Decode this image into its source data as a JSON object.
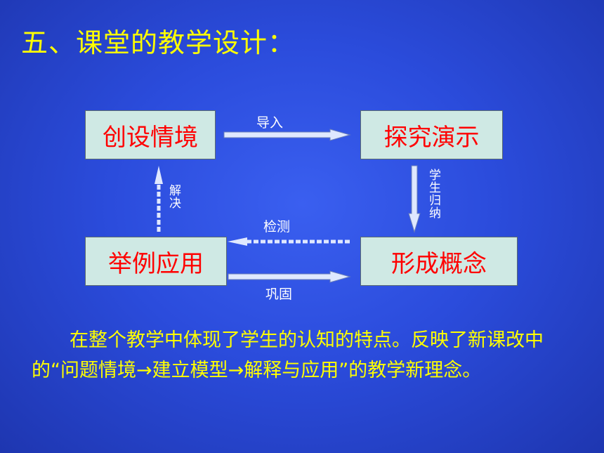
{
  "title": "五、课堂的教学设计：",
  "diagram": {
    "nodes": {
      "situation": "创设情境",
      "explore": "探究演示",
      "concept": "形成概念",
      "apply": "举例应用"
    },
    "edges": {
      "introduce": "导入",
      "summarize": "学生归纳",
      "test": "检测",
      "consolidate": "巩固",
      "solve": "解决"
    },
    "colors": {
      "box_fill": "#cfe9e4",
      "box_text": "#ff0000",
      "arrow": "#dfe8ff",
      "title_text": "#ffff00"
    }
  },
  "description": "在整个教学中体现了学生的认知的特点。反映了新课改中的“问题情境→建立模型→解释与应用”的教学新理念。"
}
